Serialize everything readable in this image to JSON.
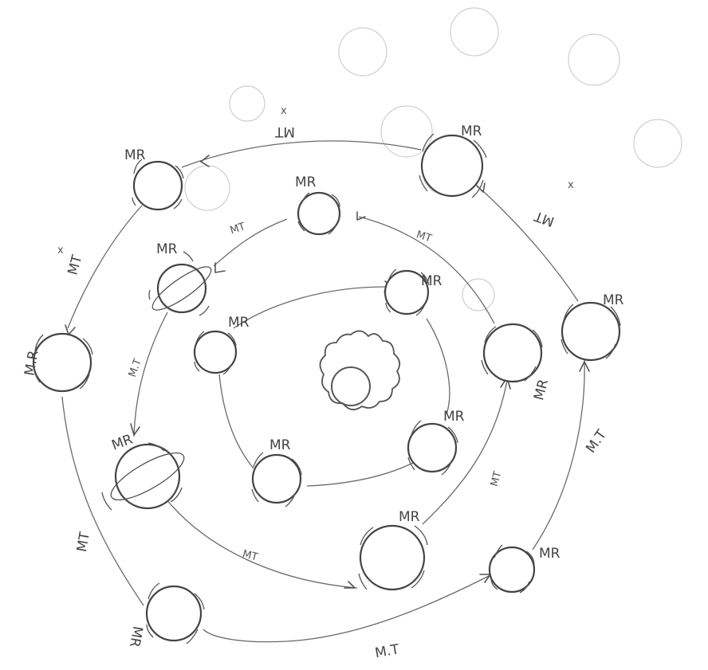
{
  "colors": {
    "pencil": "#555555",
    "faint_sketch": "#cfcfcf",
    "paper": "#ffffff"
  },
  "center": {
    "icon": "sun-icon"
  },
  "planets": [
    {
      "id": "p-out-1",
      "label": "MR"
    },
    {
      "id": "p-out-2",
      "label": "MR"
    },
    {
      "id": "p-out-3",
      "label": "M.R"
    },
    {
      "id": "p-out-4",
      "label": "MR"
    },
    {
      "id": "p-out-5",
      "label": "MR"
    },
    {
      "id": "p-out-6",
      "label": "MR"
    },
    {
      "id": "p-mid-1",
      "label": "MR"
    },
    {
      "id": "p-mid-2",
      "label": "MR"
    },
    {
      "id": "p-mid-3",
      "label": "MR"
    },
    {
      "id": "p-mid-4",
      "label": "MR"
    },
    {
      "id": "p-mid-5",
      "label": "MR"
    },
    {
      "id": "p-in-1",
      "label": "MR"
    },
    {
      "id": "p-in-2",
      "label": "MR"
    },
    {
      "id": "p-in-3",
      "label": "MR"
    },
    {
      "id": "p-in-4",
      "label": "MR"
    }
  ],
  "transfer_labels": {
    "top_outer": "MT",
    "left_outer": "MT",
    "right_outer": "MT",
    "bottom_outer": "M.T",
    "lower_left_outer": "MT",
    "lower_right_outer": "M.T",
    "mid_top_left": "MT",
    "mid_top_right": "MT",
    "mid_left": "M.T",
    "mid_bottom": "MT",
    "mid_right": "MT"
  },
  "marks": [
    "x",
    "x",
    "x"
  ]
}
